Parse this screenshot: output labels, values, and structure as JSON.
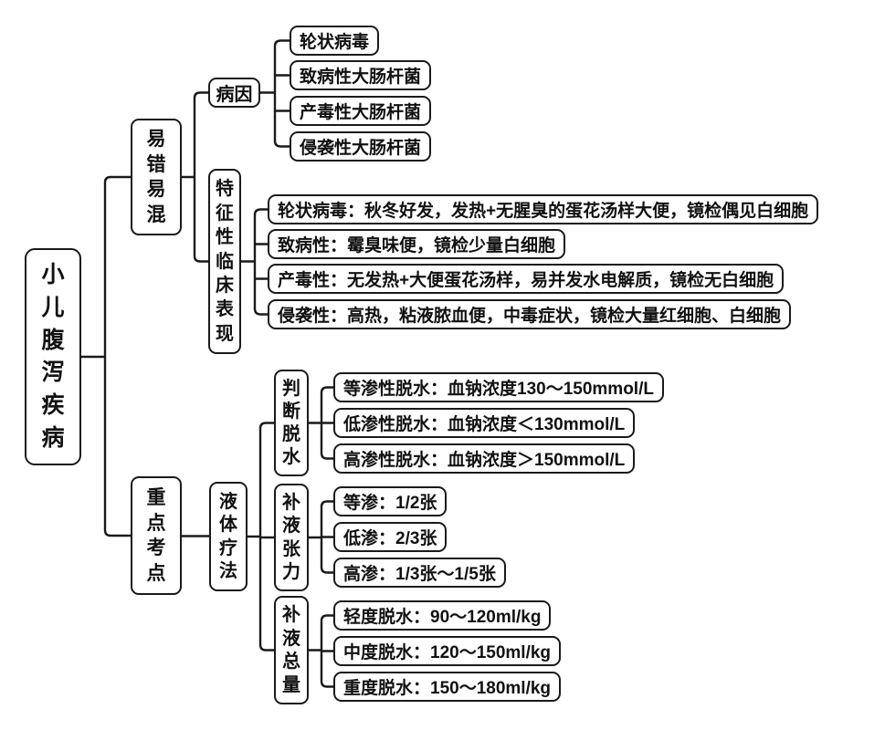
{
  "root": {
    "label": "小儿腹泻疾病"
  },
  "branches": [
    {
      "label": "易错易混",
      "children": [
        {
          "label": "病因",
          "leaves": [
            "轮状病毒",
            "致病性大肠杆菌",
            "产毒性大肠杆菌",
            "侵袭性大肠杆菌"
          ]
        },
        {
          "label": "特征性临床表现",
          "leaves": [
            "轮状病毒：秋冬好发，发热+无腥臭的蛋花汤样大便，镜检偶见白细胞",
            "致病性：霉臭味便，镜检少量白细胞",
            "产毒性：无发热+大便蛋花汤样，易并发水电解质，镜检无白细胞",
            "侵袭性：高热，粘液脓血便，中毒症状，镜检大量红细胞、白细胞"
          ]
        }
      ]
    },
    {
      "label": "重点考点",
      "children": [
        {
          "label": "液体疗法",
          "children": [
            {
              "label": "判断脱水",
              "leaves": [
                "等渗性脱水：血钠浓度130～150mmol/L",
                "低渗性脱水：血钠浓度＜130mmol/L",
                "高渗性脱水：血钠浓度＞150mmol/L"
              ]
            },
            {
              "label": "补液张力",
              "leaves": [
                "等渗：1/2张",
                "低渗：2/3张",
                "高渗：1/3张～1/5张"
              ]
            },
            {
              "label": "补液总量",
              "leaves": [
                "轻度脱水：90～120ml/kg",
                "中度脱水：120～150ml/kg",
                "重度脱水：150～180ml/kg"
              ]
            }
          ]
        }
      ]
    }
  ],
  "colors": {
    "stroke": "#1a1a1a",
    "background": "#ffffff",
    "text": "#111111"
  }
}
